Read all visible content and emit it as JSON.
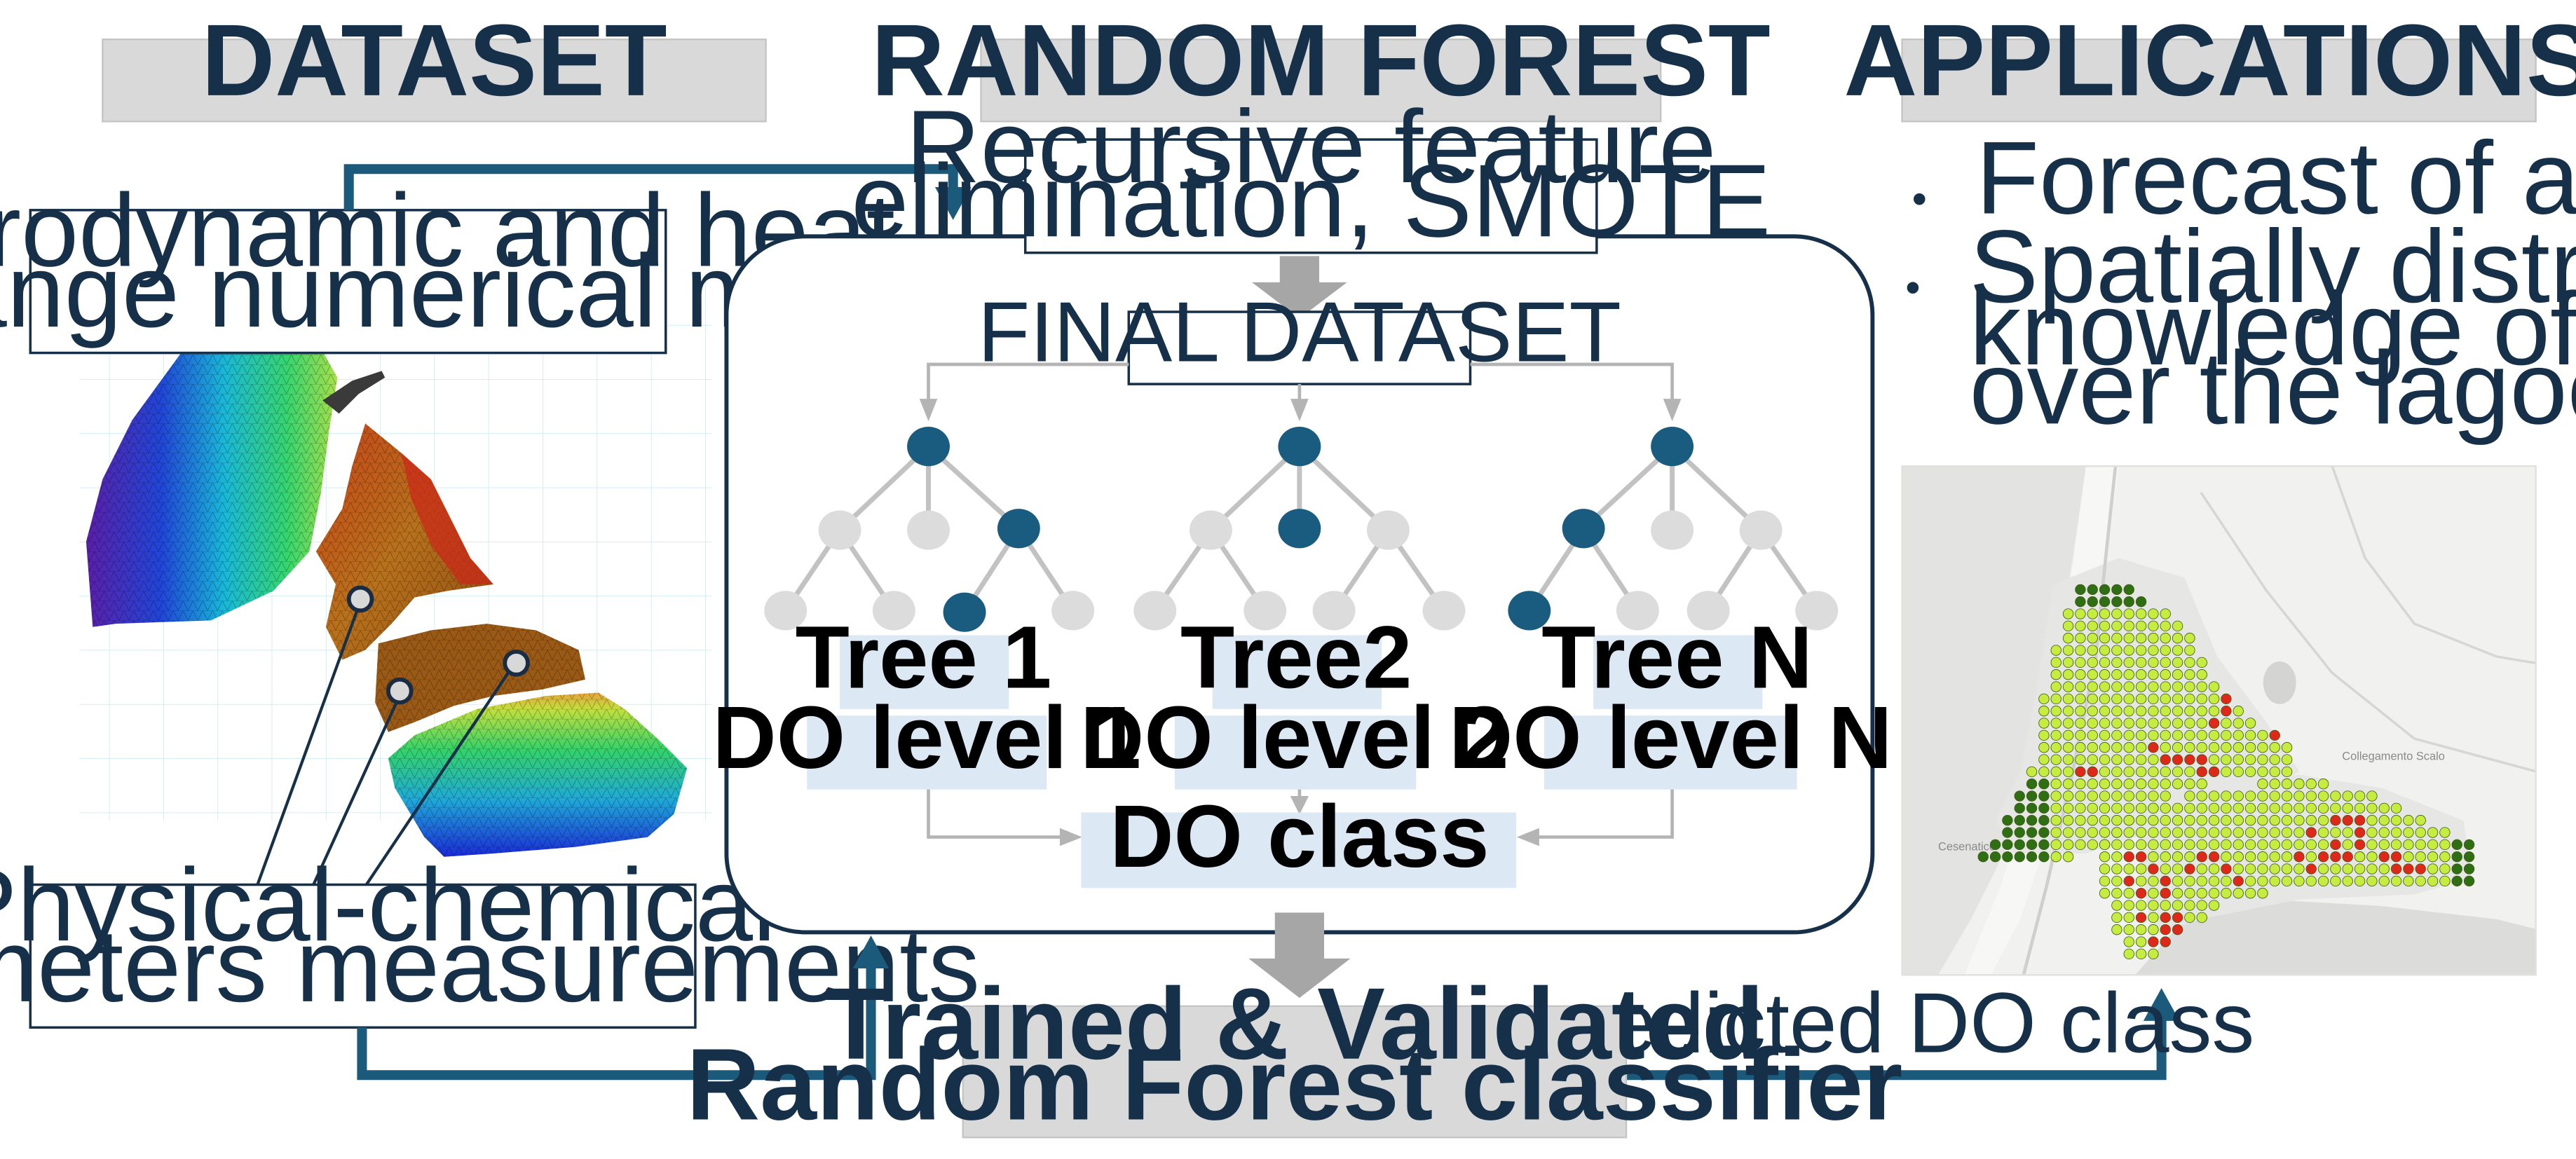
{
  "headers": {
    "dataset": "DATASET",
    "random_forest": "RANDOM FOREST",
    "applications": "APPLICATIONS"
  },
  "dataset": {
    "model_box": [
      "Hydrodynamic and heat",
      "exchange numerical model"
    ],
    "measurements_box": [
      "Physical-chemical",
      "parameters measurements"
    ]
  },
  "random_forest": {
    "preprocessing": [
      "Recursive feature",
      "elimination, SMOTE"
    ],
    "final_dataset": "FINAL DATASET",
    "trees": [
      {
        "name": "Tree 1",
        "output": "DO level 1"
      },
      {
        "name": "Tree2",
        "output": "DO level 2"
      },
      {
        "name": "Tree N",
        "output": "DO level N"
      }
    ],
    "do_class": "DO class",
    "classifier": [
      "Trained & Validated",
      "Random Forest classifier"
    ],
    "arrow_label": "predicted DO class"
  },
  "applications": {
    "bullets": [
      [
        "Forecast of anoxic events"
      ],
      [
        "Spatially distributed",
        "knowledge of DO levels",
        "over the lagoon"
      ]
    ],
    "map_labels": [
      "Cesenatico",
      "Collegamento Scalo"
    ]
  },
  "colors": {
    "accent": "#1b5a7a",
    "node_dark": "#1a5c7f",
    "node_light": "#dcdcdc",
    "header_bg": "#d9d9d9",
    "label_bg": "#dce9f5",
    "dot_good": "#c5ec3f",
    "dot_dark": "#2f6e12",
    "dot_bad": "#e0281a"
  }
}
